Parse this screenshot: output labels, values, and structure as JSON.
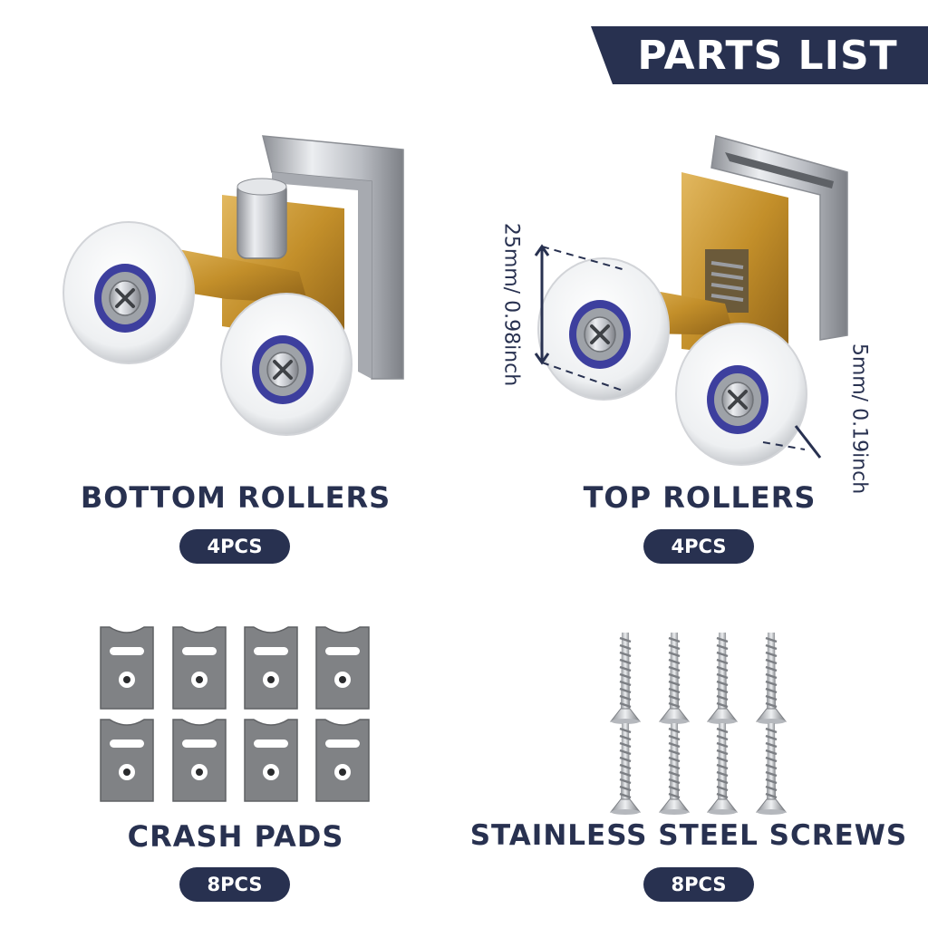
{
  "banner": {
    "title": "PARTS LIST"
  },
  "parts": [
    {
      "name": "BOTTOM ROLLERS",
      "qty": "4PCS"
    },
    {
      "name": "TOP ROLLERS",
      "qty": "4PCS"
    },
    {
      "name": "CRASH PADS",
      "qty": "8PCS"
    },
    {
      "name": "STAINLESS STEEL SCREWS",
      "qty": "8PCS"
    }
  ],
  "dimensions": {
    "wheel_diameter": "25mm/ 0.98inch",
    "wheel_thickness": "5mm/ 0.19inch"
  },
  "colors": {
    "navy": "#283150",
    "brass": "#c8962e",
    "chrome": "#c9ccd2",
    "wheel": "#f7f7f8",
    "bearing": "#3d3f9e",
    "pad": "#808285"
  }
}
